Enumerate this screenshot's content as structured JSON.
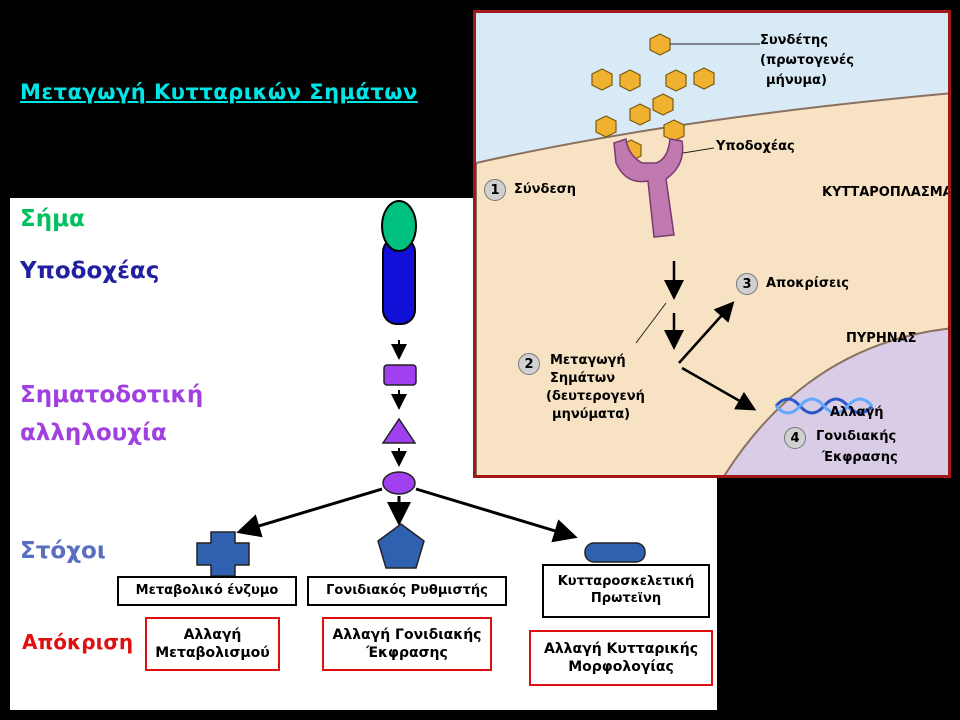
{
  "title": "Μεταγωγή Κυτταρικών Σημάτων",
  "left_labels": {
    "signal": "Σήμα",
    "receptor": "Υποδοχέας",
    "chain_1": "Σηματοδοτική",
    "chain_2": "αλληλουχία",
    "targets": "Στόχοι",
    "response": "Απόκριση"
  },
  "colors": {
    "signal": "#00c060",
    "receptor": "#2020a0",
    "chain": "#a040e0",
    "targets": "#5a6ec0",
    "response": "#e01010",
    "title": "#00e5e5"
  },
  "targets": [
    {
      "name": "Μεταβολικό ένζυμο",
      "response": "Αλλαγή\nΜεταβολισμού"
    },
    {
      "name": "Γονιδιακός Ρυθμιστής",
      "response": "Αλλαγή Γονιδιακής\nΈκφρασης"
    },
    {
      "name": "Κυτταροσκελετική\nΠρωτεϊνη",
      "response": "Αλλαγή Κυτταρικής\nΜορφολογίας"
    }
  ],
  "inset": {
    "ligand_1": "Συνδέτης",
    "ligand_2": "(πρωτογενές",
    "ligand_3": "μήνυμα)",
    "receptor": "Υποδοχέας",
    "step1": "Σύνδεση",
    "cytoplasm": "ΚΥΤΤΑΡΟΠΛΑΣΜΑ",
    "step3": "Αποκρίσεις",
    "nucleus": "ΠΥΡΗΝΑΣ",
    "step2_1": "Μεταγωγή",
    "step2_2": "Σημάτων",
    "step2_3": "(δευτερογενή",
    "step2_4": "μηνύματα)",
    "step4_1": "Αλλαγή",
    "step4_2": "Γονιδιακής",
    "step4_3": "Έκφρασης",
    "n1": "1",
    "n2": "2",
    "n3": "3",
    "n4": "4"
  }
}
